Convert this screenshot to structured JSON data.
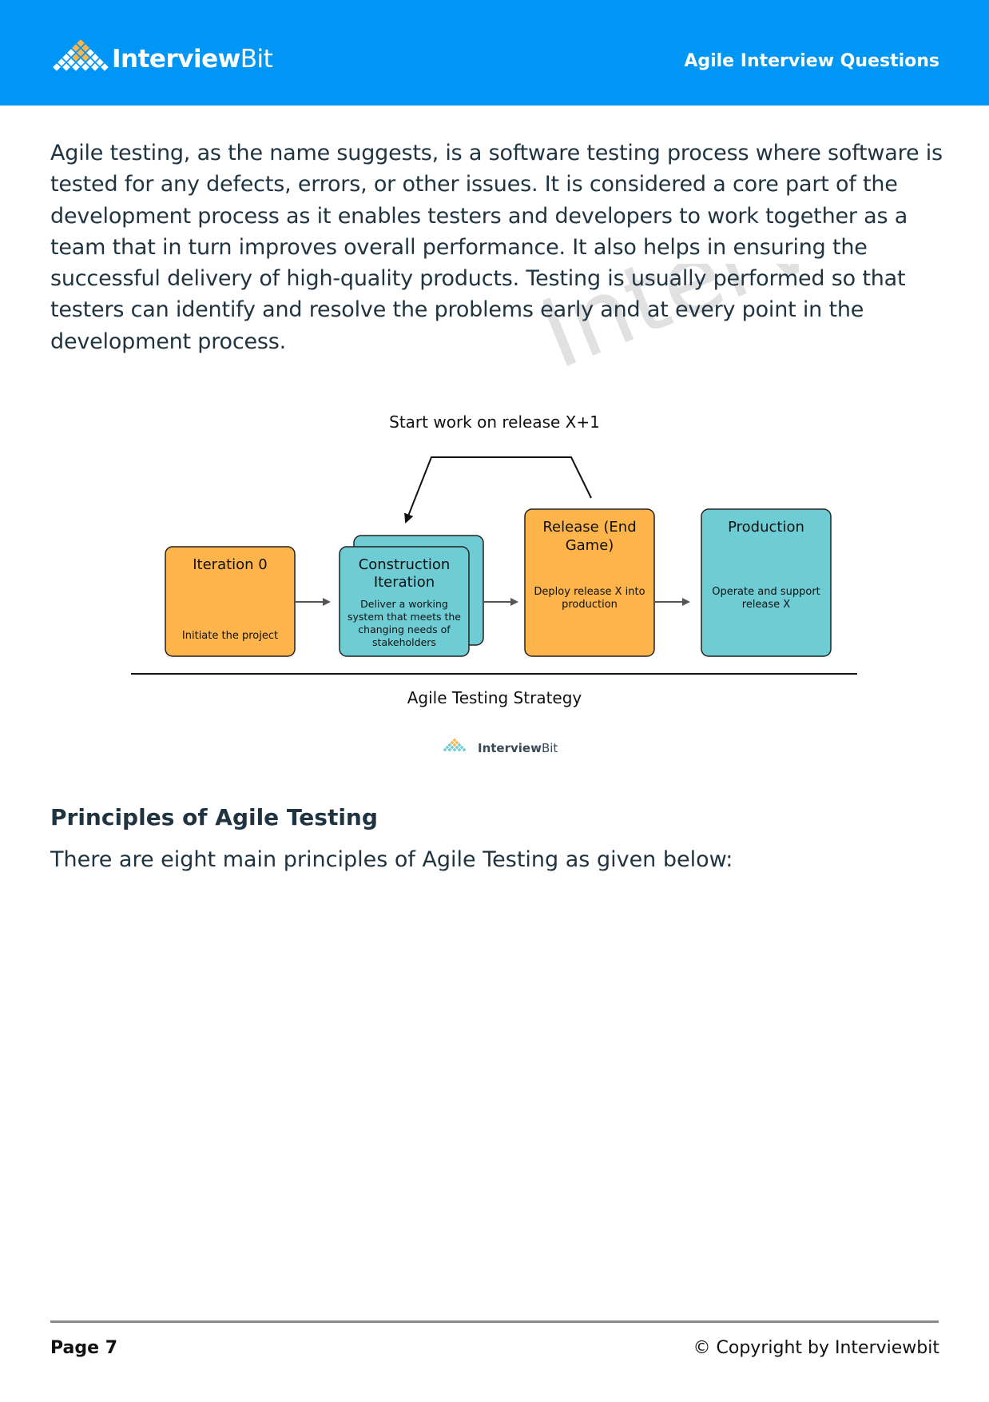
{
  "header": {
    "brand_bold": "Interview",
    "brand_light": "Bit",
    "title": "Agile Interview Questions"
  },
  "intro_paragraph": "Agile testing, as the name suggests, is a software testing process where software is tested for any defects, errors, or other issues. It is considered a core part of the development process as it enables testers and developers to work together as a team that in turn improves overall performance. It also helps in ensuring the successful delivery of high-quality products. Testing is usually performed so that testers can identify and resolve the problems early and at every point in the development process.",
  "watermark": "InterviewBit",
  "diagram": {
    "loop_label": "Start work on release X+1",
    "caption": "Agile Testing Strategy",
    "logo_bold": "Interview",
    "logo_light": "Bit",
    "colors": {
      "orange": "#fdb44b",
      "teal": "#6ecdd4",
      "border": "#222222"
    },
    "boxes": [
      {
        "title_l1": "Iteration 0",
        "title_l2": "",
        "desc_l1": "Initiate the project",
        "desc_l2": "",
        "desc_l3": "",
        "desc_l4": ""
      },
      {
        "title_l1": "Construction",
        "title_l2": "Iteration",
        "desc_l1": "Deliver a working",
        "desc_l2": "system that meets the",
        "desc_l3": "changing needs of",
        "desc_l4": "stakeholders"
      },
      {
        "title_l1": "Release (End",
        "title_l2": "Game)",
        "desc_l1": "Deploy release X into",
        "desc_l2": "production",
        "desc_l3": "",
        "desc_l4": ""
      },
      {
        "title_l1": "Production",
        "title_l2": "",
        "desc_l1": "Operate and support",
        "desc_l2": "release X",
        "desc_l3": "",
        "desc_l4": ""
      }
    ]
  },
  "section": {
    "heading": "Principles of Agile Testing",
    "paragraph": "There are eight main principles of Agile Testing as given below:"
  },
  "footer": {
    "page_label": "Page 7",
    "copyright": "© Copyright by Interviewbit"
  }
}
